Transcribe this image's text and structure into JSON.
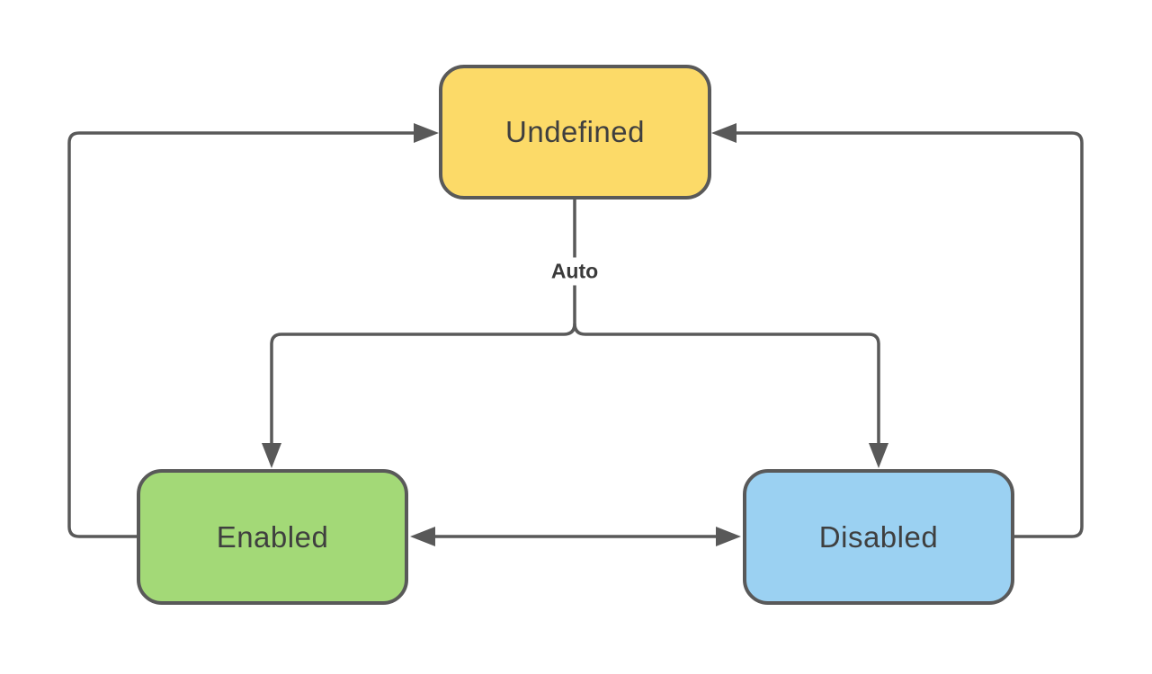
{
  "diagram": {
    "type": "state-diagram",
    "background": "#ffffff",
    "stroke_color": "#595959",
    "text_color": "#3f3f3f",
    "nodes": [
      {
        "id": "undefined",
        "label": "Undefined",
        "fill": "#fcda68",
        "shape": "rounded-rectangle",
        "position": "top-center"
      },
      {
        "id": "enabled",
        "label": "Enabled",
        "fill": "#a3d977",
        "shape": "rounded-rectangle",
        "position": "bottom-left"
      },
      {
        "id": "disabled",
        "label": "Disabled",
        "fill": "#9bd1f2",
        "shape": "rounded-rectangle",
        "position": "bottom-right"
      }
    ],
    "edges": [
      {
        "from": "undefined",
        "to": "enabled",
        "label": "Auto",
        "style": "forked-down-arrow"
      },
      {
        "from": "undefined",
        "to": "disabled",
        "label": "Auto",
        "style": "forked-down-arrow"
      },
      {
        "from": "enabled",
        "to": "undefined",
        "label": "",
        "style": "left-side-loop"
      },
      {
        "from": "disabled",
        "to": "undefined",
        "label": "",
        "style": "right-side-loop"
      },
      {
        "from": "enabled",
        "to": "disabled",
        "label": "",
        "style": "bidirectional"
      }
    ],
    "edge_label_auto": "Auto"
  }
}
